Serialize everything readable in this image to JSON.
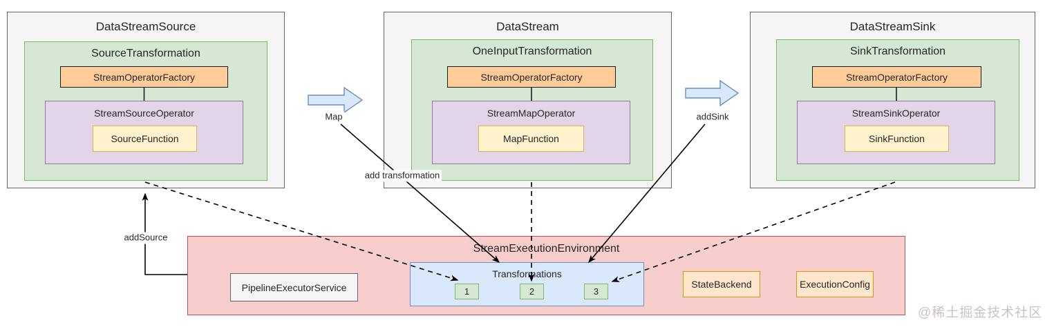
{
  "watermark": "@稀土掘金技术社区",
  "diagram": {
    "containers": [
      {
        "title": "DataStreamSource",
        "transformation": "SourceTransformation",
        "factory": "StreamOperatorFactory",
        "operator": "StreamSourceOperator",
        "function": "SourceFunction"
      },
      {
        "title": "DataStream",
        "transformation": "OneInputTransformation",
        "factory": "StreamOperatorFactory",
        "operator": "StreamMapOperator",
        "function": "MapFunction"
      },
      {
        "title": "DataStreamSink",
        "transformation": "SinkTransformation",
        "factory": "StreamOperatorFactory",
        "operator": "StreamSinkOperator",
        "function": "SinkFunction"
      }
    ],
    "environment": {
      "title": "StreamExecutionEnvironment",
      "pipeline_executor": "PipelineExecutorService",
      "transformations": {
        "title": "Transformations",
        "items": [
          "1",
          "2",
          "3"
        ]
      },
      "state_backend": "StateBackend",
      "execution_config": "ExecutionConfig"
    },
    "edge_labels": {
      "map": "Map",
      "add_sink": "addSink",
      "add_source": "addSource",
      "add_transformation": "add transformation"
    },
    "colors": {
      "container_fill": "#f5f5f5",
      "container_border": "#666666",
      "transformation_fill": "#d5e8d4",
      "transformation_border": "#82b366",
      "factory_fill": "#ffcc99",
      "operator_fill": "#e1d5e7",
      "operator_border": "#9673a6",
      "function_fill": "#fff2cc",
      "function_border": "#d6b656",
      "environment_fill": "#f8cecc",
      "environment_border": "#b85450",
      "transformations_fill": "#dae8fc",
      "transformations_border": "#6c8ebf",
      "config_fill": "#ffe6cc",
      "config_border": "#d79b00",
      "arrow_fill": "#dae8fc"
    }
  }
}
